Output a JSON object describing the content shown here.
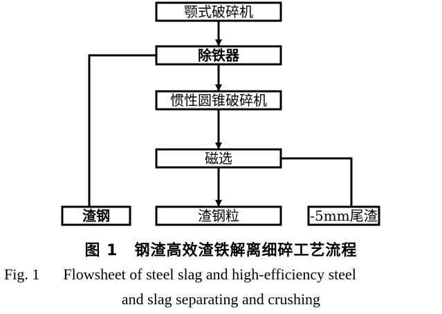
{
  "nodes": {
    "jaw_crusher": "颚式破碎机",
    "iron_remover": "除铁器",
    "cone_crusher": "惯性圆锥破碎机",
    "magnetic_sep": "磁选",
    "slag_steel": "渣钢",
    "slag_steel_grain": "渣钢粒",
    "tailings": "-5mm尾渣"
  },
  "caption": {
    "cn_fig_no": "图 1",
    "cn_title": "钢渣高效渣铁解离细碎工艺流程",
    "en_fig_no": "Fig. 1",
    "en_title_line1": "Flowsheet of steel slag and high-efficiency steel",
    "en_title_line2": "and slag separating and crushing"
  }
}
